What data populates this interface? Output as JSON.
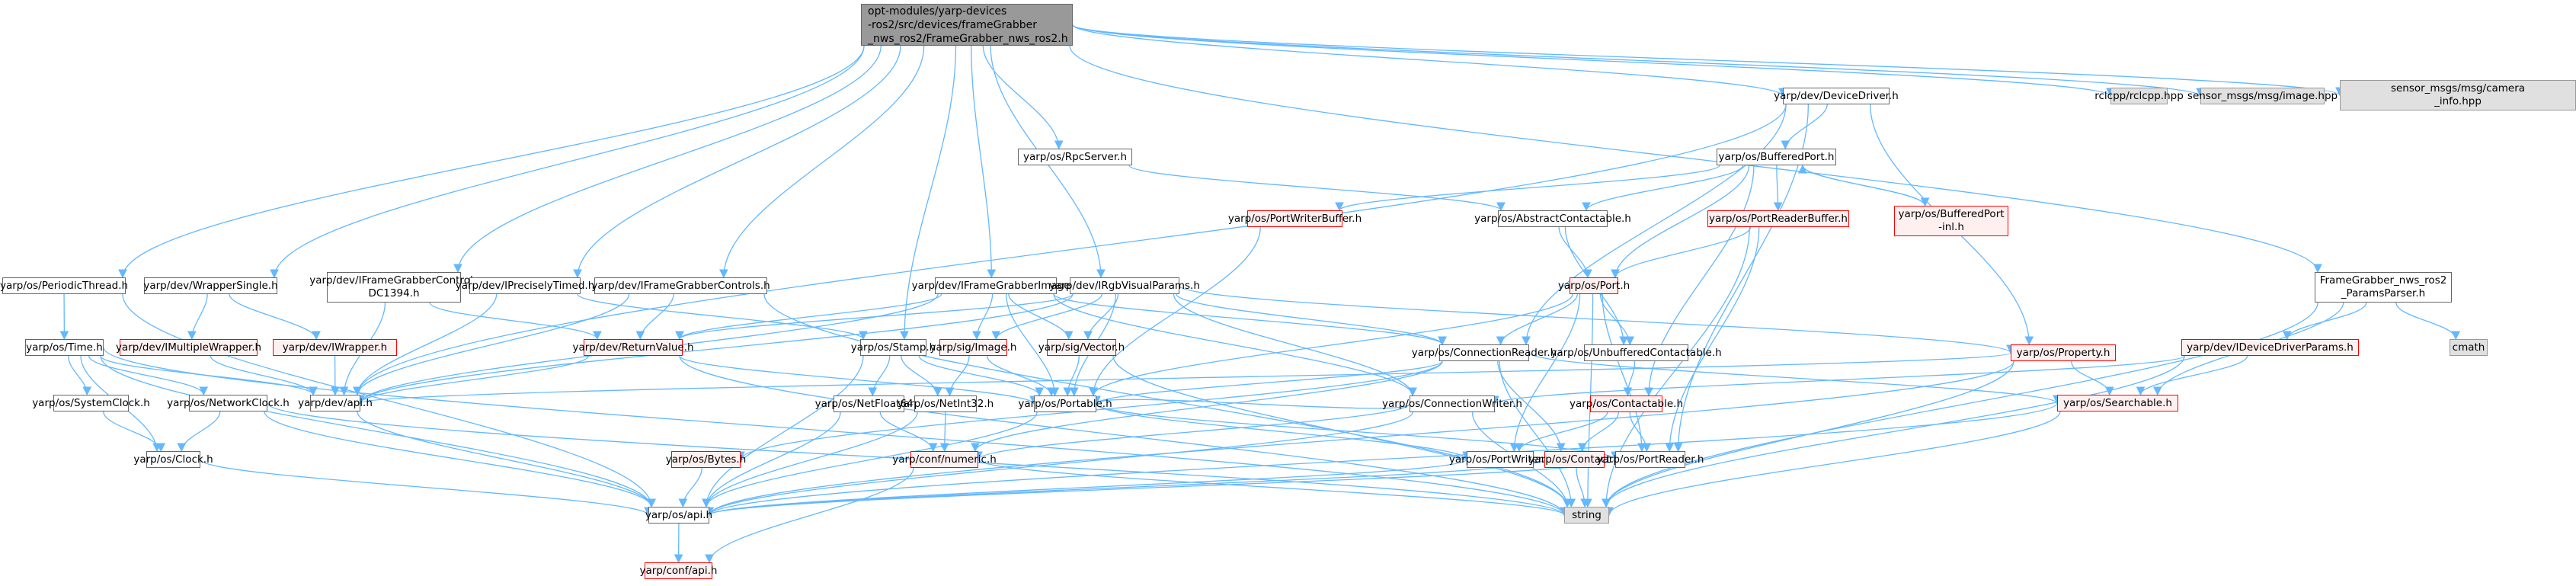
{
  "diagram": {
    "type": "include-dependency-graph",
    "colors": {
      "edge": "#63b8ff",
      "root_fill": "#999999",
      "normal_fill": "#ffffff",
      "normal_border": "#666666",
      "external_fill": "#e0e0e0",
      "external_border": "#999999",
      "truncated_fill": "#fff0f0",
      "truncated_border": "#ff0000"
    },
    "nodes": [
      {
        "id": "root",
        "label": "opt-modules/yarp-devices\n-ros2/src/devices/frameGrabber\n_nws_ros2/FrameGrabber_nws_ros2.h",
        "kind": "root"
      },
      {
        "id": "rclcpp",
        "label": "rclcpp/rclcpp.hpp",
        "kind": "external"
      },
      {
        "id": "sensor_image",
        "label": "sensor_msgs/msg/image.hpp",
        "kind": "external"
      },
      {
        "id": "sensor_caminfo",
        "label": "sensor_msgs/msg/camera\n_info.hpp",
        "kind": "external"
      },
      {
        "id": "devicedriver",
        "label": "yarp/dev/DeviceDriver.h",
        "kind": "normal"
      },
      {
        "id": "rpcserver",
        "label": "yarp/os/RpcServer.h",
        "kind": "normal"
      },
      {
        "id": "bufferedport",
        "label": "yarp/os/BufferedPort.h",
        "kind": "normal"
      },
      {
        "id": "portwriterbuffer",
        "label": "yarp/os/PortWriterBuffer.h",
        "kind": "truncated"
      },
      {
        "id": "abstractcontactable",
        "label": "yarp/os/AbstractContactable.h",
        "kind": "normal"
      },
      {
        "id": "portreaderbuffer",
        "label": "yarp/os/PortReaderBuffer.h",
        "kind": "truncated"
      },
      {
        "id": "bufferedportinl",
        "label": "yarp/os/BufferedPort\n-inl.h",
        "kind": "truncated"
      },
      {
        "id": "port",
        "label": "yarp/os/Port.h",
        "kind": "truncated"
      },
      {
        "id": "paramsparser",
        "label": "FrameGrabber_nws_ros2\n_ParamsParser.h",
        "kind": "normal"
      },
      {
        "id": "cmath",
        "label": "cmath",
        "kind": "external"
      },
      {
        "id": "periodicthread",
        "label": "yarp/os/PeriodicThread.h",
        "kind": "normal"
      },
      {
        "id": "wrappersingle",
        "label": "yarp/dev/WrapperSingle.h",
        "kind": "normal"
      },
      {
        "id": "ifgcdc1394",
        "label": "yarp/dev/IFrameGrabberControls\nDC1394.h",
        "kind": "normal"
      },
      {
        "id": "ipreciselytimed",
        "label": "yarp/dev/IPreciselyTimed.h",
        "kind": "normal"
      },
      {
        "id": "ifgcontrols",
        "label": "yarp/dev/IFrameGrabberControls.h",
        "kind": "normal"
      },
      {
        "id": "ifgimage",
        "label": "yarp/dev/IFrameGrabberImage.h",
        "kind": "normal"
      },
      {
        "id": "irgbvisual",
        "label": "yarp/dev/IRgbVisualParams.h",
        "kind": "normal"
      },
      {
        "id": "time",
        "label": "yarp/os/Time.h",
        "kind": "normal"
      },
      {
        "id": "imultiplewrapper",
        "label": "yarp/dev/IMultipleWrapper.h",
        "kind": "truncated"
      },
      {
        "id": "iwrapper",
        "label": "yarp/dev/IWrapper.h",
        "kind": "truncated"
      },
      {
        "id": "returnvalue",
        "label": "yarp/dev/ReturnValue.h",
        "kind": "truncated"
      },
      {
        "id": "stamp",
        "label": "yarp/os/Stamp.h",
        "kind": "normal"
      },
      {
        "id": "sigimage",
        "label": "yarp/sig/Image.h",
        "kind": "truncated"
      },
      {
        "id": "sigvector",
        "label": "yarp/sig/Vector.h",
        "kind": "truncated"
      },
      {
        "id": "connectionreader",
        "label": "yarp/os/ConnectionReader.h",
        "kind": "normal"
      },
      {
        "id": "unbufferedcontactable",
        "label": "yarp/os/UnbufferedContactable.h",
        "kind": "normal"
      },
      {
        "id": "property",
        "label": "yarp/os/Property.h",
        "kind": "truncated"
      },
      {
        "id": "ideviceparams",
        "label": "yarp/dev/IDeviceDriverParams.h",
        "kind": "truncated"
      },
      {
        "id": "systemclock",
        "label": "yarp/os/SystemClock.h",
        "kind": "normal"
      },
      {
        "id": "networkclock",
        "label": "yarp/os/NetworkClock.h",
        "kind": "normal"
      },
      {
        "id": "devapi",
        "label": "yarp/dev/api.h",
        "kind": "normal"
      },
      {
        "id": "netfloat64",
        "label": "yarp/os/NetFloat64.h",
        "kind": "normal"
      },
      {
        "id": "netint32",
        "label": "yarp/os/NetInt32.h",
        "kind": "normal"
      },
      {
        "id": "portable",
        "label": "yarp/os/Portable.h",
        "kind": "normal"
      },
      {
        "id": "connectionwriter",
        "label": "yarp/os/ConnectionWriter.h",
        "kind": "normal"
      },
      {
        "id": "contactable",
        "label": "yarp/os/Contactable.h",
        "kind": "truncated"
      },
      {
        "id": "searchable",
        "label": "yarp/os/Searchable.h",
        "kind": "truncated"
      },
      {
        "id": "clock",
        "label": "yarp/os/Clock.h",
        "kind": "normal"
      },
      {
        "id": "bytes",
        "label": "yarp/os/Bytes.h",
        "kind": "truncated"
      },
      {
        "id": "numeric",
        "label": "yarp/conf/numeric.h",
        "kind": "truncated"
      },
      {
        "id": "portwriter",
        "label": "yarp/os/PortWriter.h",
        "kind": "normal"
      },
      {
        "id": "contact",
        "label": "yarp/os/Contact.h",
        "kind": "truncated"
      },
      {
        "id": "portreader",
        "label": "yarp/os/PortReader.h",
        "kind": "normal"
      },
      {
        "id": "osapi",
        "label": "yarp/os/api.h",
        "kind": "normal"
      },
      {
        "id": "string",
        "label": "string",
        "kind": "external"
      },
      {
        "id": "confapi",
        "label": "yarp/conf/api.h",
        "kind": "truncated"
      }
    ],
    "edges": [
      [
        "root",
        "rclcpp"
      ],
      [
        "root",
        "sensor_image"
      ],
      [
        "root",
        "sensor_caminfo"
      ],
      [
        "root",
        "devicedriver"
      ],
      [
        "root",
        "rpcserver"
      ],
      [
        "root",
        "paramsparser"
      ],
      [
        "root",
        "periodicthread"
      ],
      [
        "root",
        "wrappersingle"
      ],
      [
        "root",
        "ifgcdc1394"
      ],
      [
        "root",
        "ipreciselytimed"
      ],
      [
        "root",
        "ifgcontrols"
      ],
      [
        "root",
        "ifgimage"
      ],
      [
        "root",
        "irgbvisual"
      ],
      [
        "root",
        "stamp"
      ],
      [
        "devicedriver",
        "bufferedport"
      ],
      [
        "devicedriver",
        "devapi"
      ],
      [
        "devicedriver",
        "property"
      ],
      [
        "devicedriver",
        "connectionreader"
      ],
      [
        "devicedriver",
        "portreader"
      ],
      [
        "rpcserver",
        "abstractcontactable"
      ],
      [
        "bufferedport",
        "portwriterbuffer"
      ],
      [
        "bufferedport",
        "abstractcontactable"
      ],
      [
        "bufferedport",
        "portreaderbuffer"
      ],
      [
        "bufferedport",
        "bufferedportinl"
      ],
      [
        "bufferedport",
        "port"
      ],
      [
        "bufferedport",
        "contactable"
      ],
      [
        "bufferedportinl",
        "bufferedport"
      ],
      [
        "portwriterbuffer",
        "portable"
      ],
      [
        "abstractcontactable",
        "port"
      ],
      [
        "abstractcontactable",
        "unbufferedcontactable"
      ],
      [
        "portreaderbuffer",
        "port"
      ],
      [
        "portreaderbuffer",
        "portreader"
      ],
      [
        "portreaderbuffer",
        "string"
      ],
      [
        "port",
        "unbufferedcontactable"
      ],
      [
        "port",
        "connectionreader"
      ],
      [
        "port",
        "portwriter"
      ],
      [
        "port",
        "portreader"
      ],
      [
        "port",
        "string"
      ],
      [
        "port",
        "portable"
      ],
      [
        "paramsparser",
        "ideviceparams"
      ],
      [
        "paramsparser",
        "cmath"
      ],
      [
        "paramsparser",
        "searchable"
      ],
      [
        "paramsparser",
        "string"
      ],
      [
        "periodicthread",
        "time"
      ],
      [
        "periodicthread",
        "osapi"
      ],
      [
        "wrappersingle",
        "imultiplewrapper"
      ],
      [
        "wrappersingle",
        "iwrapper"
      ],
      [
        "ifgcdc1394",
        "devapi"
      ],
      [
        "ifgcdc1394",
        "returnvalue"
      ],
      [
        "ipreciselytimed",
        "stamp"
      ],
      [
        "ipreciselytimed",
        "devapi"
      ],
      [
        "ifgcontrols",
        "returnvalue"
      ],
      [
        "ifgcontrols",
        "devapi"
      ],
      [
        "ifgcontrols",
        "string"
      ],
      [
        "ifgimage",
        "sigimage"
      ],
      [
        "ifgimage",
        "sigvector"
      ],
      [
        "ifgimage",
        "returnvalue"
      ],
      [
        "ifgimage",
        "devapi"
      ],
      [
        "ifgimage",
        "portable"
      ],
      [
        "ifgimage",
        "connectionwriter"
      ],
      [
        "ifgimage",
        "connectionreader"
      ],
      [
        "irgbvisual",
        "sigvector"
      ],
      [
        "irgbvisual",
        "sigimage"
      ],
      [
        "irgbvisual",
        "returnvalue"
      ],
      [
        "irgbvisual",
        "property"
      ],
      [
        "irgbvisual",
        "devapi"
      ],
      [
        "irgbvisual",
        "portable"
      ],
      [
        "irgbvisual",
        "connectionreader"
      ],
      [
        "irgbvisual",
        "connectionwriter"
      ],
      [
        "time",
        "systemclock"
      ],
      [
        "time",
        "networkclock"
      ],
      [
        "time",
        "clock"
      ],
      [
        "time",
        "devapi"
      ],
      [
        "time",
        "osapi"
      ],
      [
        "time",
        "string"
      ],
      [
        "imultiplewrapper",
        "devapi"
      ],
      [
        "iwrapper",
        "devapi"
      ],
      [
        "returnvalue",
        "devapi"
      ],
      [
        "returnvalue",
        "portable"
      ],
      [
        "returnvalue",
        "string"
      ],
      [
        "stamp",
        "netfloat64"
      ],
      [
        "stamp",
        "netint32"
      ],
      [
        "stamp",
        "portable"
      ],
      [
        "stamp",
        "osapi"
      ],
      [
        "sigimage",
        "netint32"
      ],
      [
        "sigimage",
        "portable"
      ],
      [
        "sigvector",
        "portable"
      ],
      [
        "sigvector",
        "string"
      ],
      [
        "connectionreader",
        "portable"
      ],
      [
        "connectionreader",
        "searchable"
      ],
      [
        "connectionreader",
        "bytes"
      ],
      [
        "connectionreader",
        "numeric"
      ],
      [
        "connectionreader",
        "string"
      ],
      [
        "connectionreader",
        "contact"
      ],
      [
        "unbufferedcontactable",
        "contactable"
      ],
      [
        "property",
        "searchable"
      ],
      [
        "property",
        "osapi"
      ],
      [
        "property",
        "string"
      ],
      [
        "property",
        "devapi"
      ],
      [
        "ideviceparams",
        "searchable"
      ],
      [
        "ideviceparams",
        "string"
      ],
      [
        "ideviceparams",
        "connectionwriter"
      ],
      [
        "systemclock",
        "clock"
      ],
      [
        "networkclock",
        "clock"
      ],
      [
        "networkclock",
        "osapi"
      ],
      [
        "networkclock",
        "string"
      ],
      [
        "devapi",
        "osapi"
      ],
      [
        "netfloat64",
        "numeric"
      ],
      [
        "netfloat64",
        "osapi"
      ],
      [
        "netint32",
        "numeric"
      ],
      [
        "netint32",
        "osapi"
      ],
      [
        "portable",
        "portreader"
      ],
      [
        "portable",
        "portwriter"
      ],
      [
        "portable",
        "osapi"
      ],
      [
        "connectionwriter",
        "portable"
      ],
      [
        "connectionwriter",
        "numeric"
      ],
      [
        "connectionwriter",
        "string"
      ],
      [
        "connectionwriter",
        "osapi"
      ],
      [
        "contactable",
        "portwriter"
      ],
      [
        "contactable",
        "contact"
      ],
      [
        "contactable",
        "portreader"
      ],
      [
        "searchable",
        "osapi"
      ],
      [
        "searchable",
        "string"
      ],
      [
        "clock",
        "osapi"
      ],
      [
        "bytes",
        "osapi"
      ],
      [
        "numeric",
        "confapi"
      ],
      [
        "numeric",
        "string"
      ],
      [
        "portwriter",
        "osapi"
      ],
      [
        "contact",
        "osapi"
      ],
      [
        "contact",
        "string"
      ],
      [
        "portreader",
        "osapi"
      ],
      [
        "osapi",
        "confapi"
      ]
    ]
  }
}
